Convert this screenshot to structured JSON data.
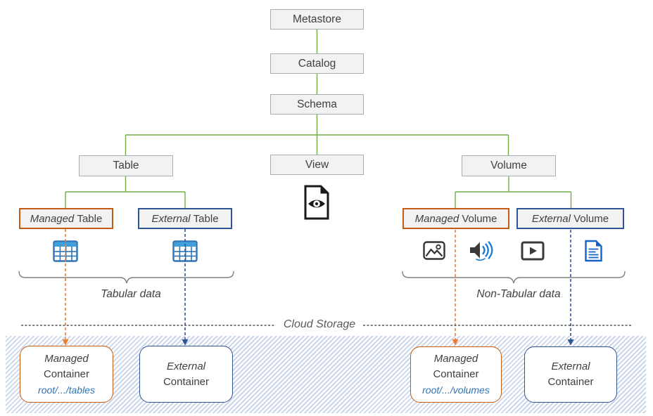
{
  "hierarchy": {
    "metastore": "Metastore",
    "catalog": "Catalog",
    "schema": "Schema",
    "table": "Table",
    "view": "View",
    "volume": "Volume"
  },
  "subtypes": {
    "managed_table": {
      "qualifier": "Managed",
      "noun": "Table"
    },
    "external_table": {
      "qualifier": "External",
      "noun": "Table"
    },
    "managed_volume": {
      "qualifier": "Managed",
      "noun": "Volume"
    },
    "external_volume": {
      "qualifier": "External",
      "noun": "Volume"
    }
  },
  "group_labels": {
    "tabular": "Tabular data",
    "non_tabular": "Non-Tabular data"
  },
  "cloud_storage": {
    "label": "Cloud Storage"
  },
  "containers": {
    "managed_tables": {
      "qualifier": "Managed",
      "noun": "Container",
      "path": "root/.../tables"
    },
    "external_tables": {
      "qualifier": "External",
      "noun": "Container"
    },
    "managed_volumes": {
      "qualifier": "Managed",
      "noun": "Container",
      "path": "root/.../volumes"
    },
    "external_volumes": {
      "qualifier": "External",
      "noun": "Container"
    }
  },
  "icons": {
    "view": "document-eye-icon",
    "tabular": [
      "table-icon",
      "table-icon"
    ],
    "non_tabular": [
      "image-icon",
      "audio-icon",
      "video-icon",
      "document-icon"
    ]
  },
  "colors": {
    "tree_line": "#70ad47",
    "managed_border": "#c55a11",
    "managed_arrow": "#ed7d31",
    "external_border": "#2f5597",
    "node_fill": "#f2f2f2",
    "node_border": "#ababab",
    "table_icon_blue": "#2e75b6",
    "doc_icon_blue": "#1663c7",
    "hatch_stripe": "#cbd6ea",
    "path_text_blue": "#2e75b6"
  }
}
